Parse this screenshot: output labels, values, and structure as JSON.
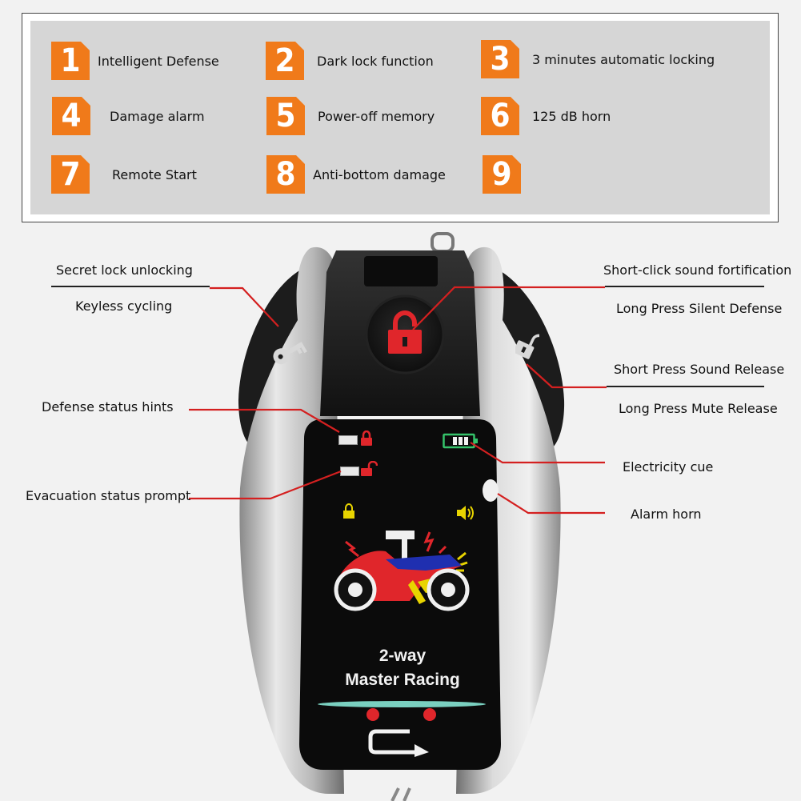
{
  "features": [
    {
      "num": "1",
      "label": "Intelligent Defense"
    },
    {
      "num": "2",
      "label": "Dark lock function"
    },
    {
      "num": "3",
      "label": "3 minutes automatic locking"
    },
    {
      "num": "4",
      "label": "Damage alarm"
    },
    {
      "num": "5",
      "label": "Power-off memory"
    },
    {
      "num": "6",
      "label": "125 dB horn"
    },
    {
      "num": "7",
      "label": "Remote Start"
    },
    {
      "num": "8",
      "label": "Anti-bottom damage"
    },
    {
      "num": "9",
      "label": ""
    }
  ],
  "callouts": {
    "secret_lock": "Secret lock unlocking",
    "keyless": "Keyless cycling",
    "short_click": "Short-click sound fortification",
    "long_silent": "Long Press Silent Defense",
    "short_release": "Short Press Sound Release",
    "long_mute": "Long Press Mute Release",
    "defense_status": "Defense status hints",
    "evacuation": "Evacuation status prompt",
    "electricity": "Electricity cue",
    "alarm_horn": "Alarm horn"
  },
  "screen": {
    "line1": "2-way",
    "line2": "Master Racing"
  },
  "colors": {
    "badge": "#f07a1a",
    "leader": "#d42020",
    "lock": "#e0262b",
    "screen": "#0b0b0b"
  }
}
